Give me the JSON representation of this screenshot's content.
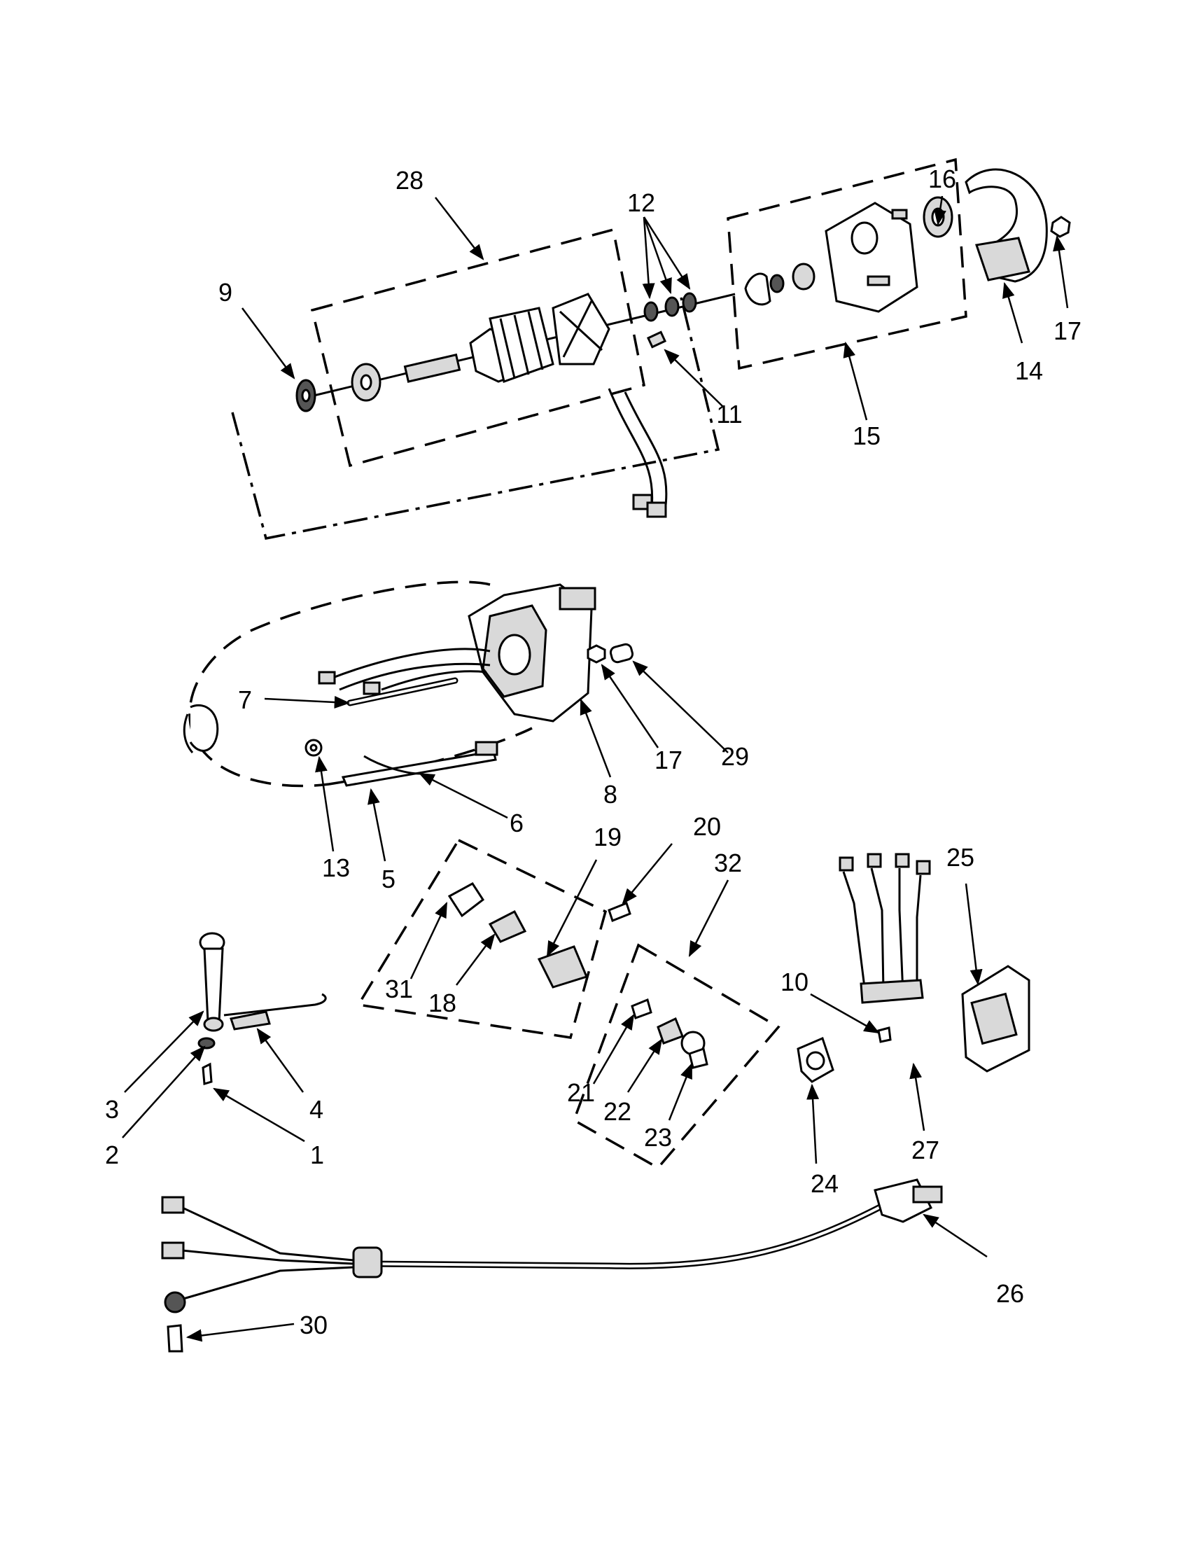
{
  "diagram": {
    "callouts": [
      {
        "key": "c28",
        "text": "28"
      },
      {
        "key": "c12",
        "text": "12"
      },
      {
        "key": "c16",
        "text": "16"
      },
      {
        "key": "c9",
        "text": "9"
      },
      {
        "key": "c11",
        "text": "11"
      },
      {
        "key": "c15",
        "text": "15"
      },
      {
        "key": "c14",
        "text": "14"
      },
      {
        "key": "c17a",
        "text": "17"
      },
      {
        "key": "c7",
        "text": "7"
      },
      {
        "key": "c29",
        "text": "29"
      },
      {
        "key": "c17b",
        "text": "17"
      },
      {
        "key": "c8",
        "text": "8"
      },
      {
        "key": "c6",
        "text": "6"
      },
      {
        "key": "c13",
        "text": "13"
      },
      {
        "key": "c5",
        "text": "5"
      },
      {
        "key": "c19",
        "text": "19"
      },
      {
        "key": "c20",
        "text": "20"
      },
      {
        "key": "c32",
        "text": "32"
      },
      {
        "key": "c25",
        "text": "25"
      },
      {
        "key": "c10",
        "text": "10"
      },
      {
        "key": "c31",
        "text": "31"
      },
      {
        "key": "c18",
        "text": "18"
      },
      {
        "key": "c3",
        "text": "3"
      },
      {
        "key": "c4",
        "text": "4"
      },
      {
        "key": "c2",
        "text": "2"
      },
      {
        "key": "c1",
        "text": "1"
      },
      {
        "key": "c21",
        "text": "21"
      },
      {
        "key": "c22",
        "text": "22"
      },
      {
        "key": "c23",
        "text": "23"
      },
      {
        "key": "c24",
        "text": "24"
      },
      {
        "key": "c27",
        "text": "27"
      },
      {
        "key": "c26",
        "text": "26"
      },
      {
        "key": "c30",
        "text": "30"
      }
    ]
  }
}
